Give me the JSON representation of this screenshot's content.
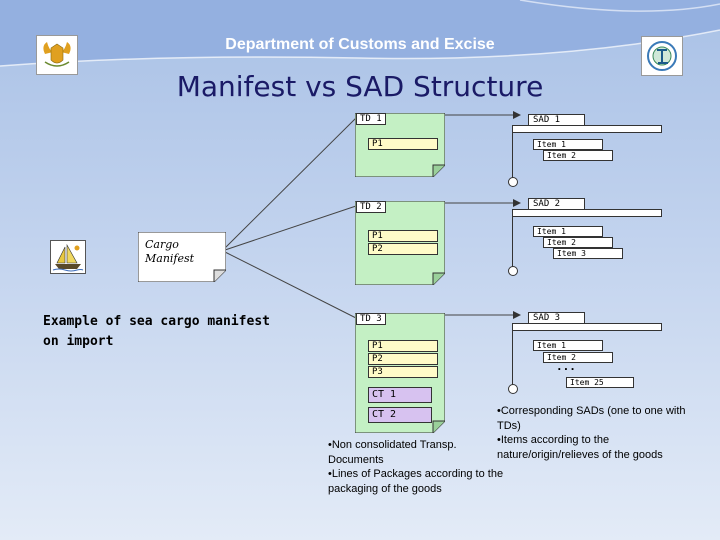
{
  "header": {
    "department": "Department of Customs and Excise"
  },
  "title": "Manifest vs SAD Structure",
  "manifest": {
    "cargo_label_line1": "Cargo",
    "cargo_label_line2": "Manifest",
    "example_line1": "Example of sea cargo manifest",
    "example_line2": "on import"
  },
  "tds": [
    {
      "label": "TD 1",
      "packages": [
        "P1"
      ]
    },
    {
      "label": "TD 2",
      "packages": [
        "P1",
        "P2"
      ]
    },
    {
      "label": "TD 3",
      "packages": [
        "P1",
        "P2",
        "P3"
      ]
    }
  ],
  "cts": [
    "CT 1",
    "CT 2"
  ],
  "sads": [
    {
      "label": "SAD 1",
      "items": [
        "Item 1",
        "Item 2"
      ]
    },
    {
      "label": "SAD 2",
      "items": [
        "Item 1",
        "Item 2",
        "Item 3"
      ]
    },
    {
      "label": "SAD 3",
      "items": [
        "Item 1",
        "Item 2",
        "Item 25"
      ],
      "ellipsis": "..."
    }
  ],
  "notes_left": [
    "•Non consolidated Transp. Documents",
    "•Lines of Packages according to the packaging of the goods"
  ],
  "notes_right": [
    "•Corresponding SADs (one to one with TDs)",
    "•Items according to the nature/origin/relieves of the goods"
  ]
}
